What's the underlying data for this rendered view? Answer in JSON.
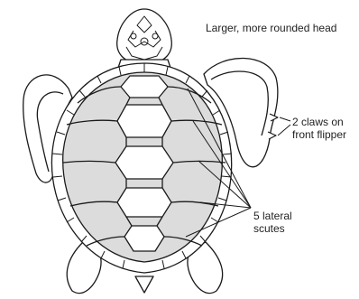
{
  "annotations": {
    "head": "Larger, more rounded head",
    "claws": [
      "2 claws on",
      "front flipper"
    ],
    "scutes": [
      "5 lateral",
      "scutes"
    ]
  },
  "colors": {
    "outline": "#1a1a1a",
    "shell_fill": "#dcdcdc",
    "background": "#ffffff"
  }
}
